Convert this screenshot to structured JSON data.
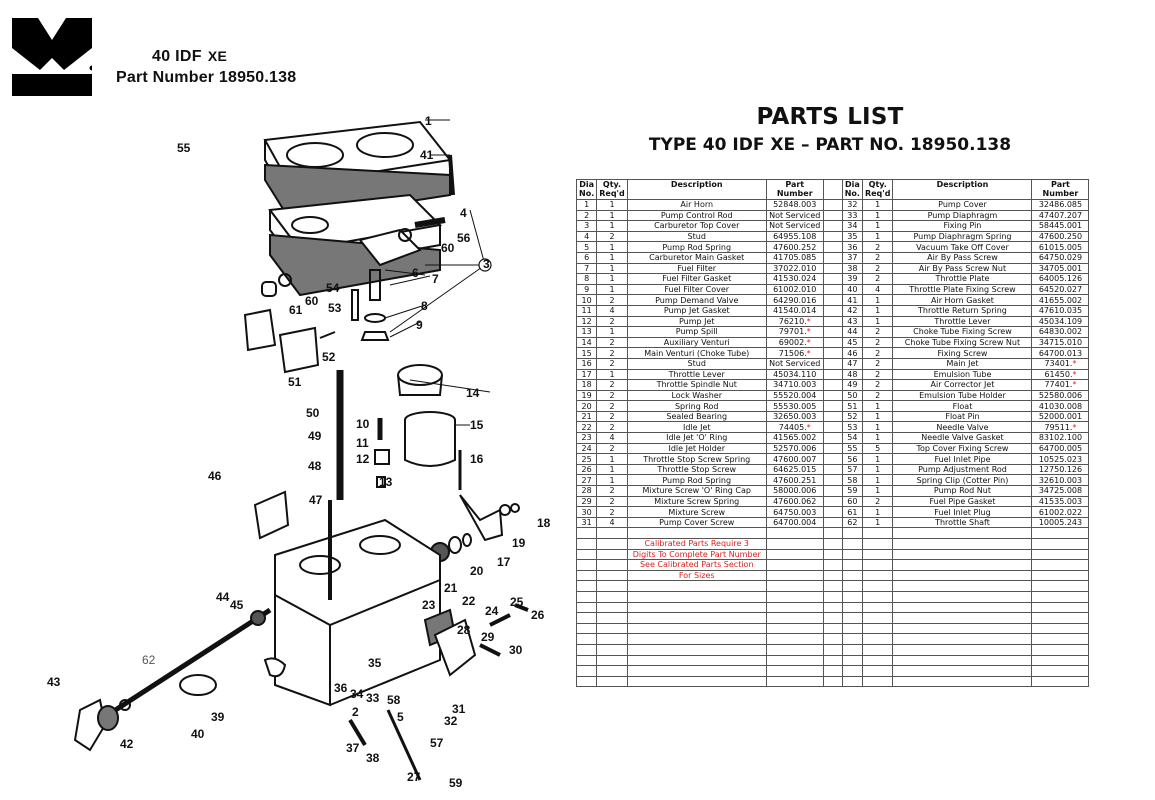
{
  "header": {
    "logo": "weber-logo",
    "model": "40 IDF",
    "model_suffix": "XE",
    "part_number_line": "Part Number 18950.138"
  },
  "parts_list": {
    "title": "PARTS LIST",
    "subtitle": "TYPE 40 IDF XE  – PART NO. 18950.138",
    "columns": {
      "dia_line1": "Dia",
      "dia_line2": "No.",
      "qty_line1": "Qty.",
      "qty_line2": "Req'd",
      "desc": "Description",
      "part_line1": "Part",
      "part_line2": "Number"
    },
    "calibrated_marker": "*",
    "left": [
      {
        "dia": "1",
        "qty": "1",
        "desc": "Air Horn",
        "part": "52848.003"
      },
      {
        "dia": "2",
        "qty": "1",
        "desc": "Pump Control Rod",
        "part": "Not Serviced"
      },
      {
        "dia": "3",
        "qty": "1",
        "desc": "Carburetor Top Cover",
        "part": "Not Serviced"
      },
      {
        "dia": "4",
        "qty": "2",
        "desc": "Stud",
        "part": "64955.108"
      },
      {
        "dia": "5",
        "qty": "1",
        "desc": "Pump Rod Spring",
        "part": "47600.252"
      },
      {
        "dia": "6",
        "qty": "1",
        "desc": "Carburetor Main Gasket",
        "part": "41705.085"
      },
      {
        "dia": "7",
        "qty": "1",
        "desc": "Fuel Filter",
        "part": "37022.010"
      },
      {
        "dia": "8",
        "qty": "1",
        "desc": "Fuel Filter Gasket",
        "part": "41530.024"
      },
      {
        "dia": "9",
        "qty": "1",
        "desc": "Fuel Filter Cover",
        "part": "61002.010"
      },
      {
        "dia": "10",
        "qty": "2",
        "desc": "Pump Demand Valve",
        "part": "64290.016"
      },
      {
        "dia": "11",
        "qty": "4",
        "desc": "Pump Jet Gasket",
        "part": "41540.014"
      },
      {
        "dia": "12",
        "qty": "2",
        "desc": "Pump Jet",
        "part": "76210.",
        "calibrated": true
      },
      {
        "dia": "13",
        "qty": "1",
        "desc": "Pump Spill",
        "part": "79701.",
        "calibrated": true
      },
      {
        "dia": "14",
        "qty": "2",
        "desc": "Auxiliary Venturi",
        "part": "69002.",
        "calibrated": true
      },
      {
        "dia": "15",
        "qty": "2",
        "desc": "Main Venturi (Choke Tube)",
        "part": "71506.",
        "calibrated": true
      },
      {
        "dia": "16",
        "qty": "2",
        "desc": "Stud",
        "part": "Not Serviced"
      },
      {
        "dia": "17",
        "qty": "1",
        "desc": "Throttle Lever",
        "part": "45034.110"
      },
      {
        "dia": "18",
        "qty": "2",
        "desc": "Throttle Spindle Nut",
        "part": "34710.003"
      },
      {
        "dia": "19",
        "qty": "2",
        "desc": "Lock Washer",
        "part": "55520.004"
      },
      {
        "dia": "20",
        "qty": "2",
        "desc": "Spring Rod",
        "part": "55530.005"
      },
      {
        "dia": "21",
        "qty": "2",
        "desc": "Sealed Bearing",
        "part": "32650.003"
      },
      {
        "dia": "22",
        "qty": "2",
        "desc": "Idle Jet",
        "part": "74405.",
        "calibrated": true
      },
      {
        "dia": "23",
        "qty": "4",
        "desc": "Idle Jet 'O' Ring",
        "part": "41565.002"
      },
      {
        "dia": "24",
        "qty": "2",
        "desc": "Idle Jet Holder",
        "part": "52570.006"
      },
      {
        "dia": "25",
        "qty": "1",
        "desc": "Throttle Stop Screw Spring",
        "part": "47600.007"
      },
      {
        "dia": "26",
        "qty": "1",
        "desc": "Throttle Stop Screw",
        "part": "64625.015"
      },
      {
        "dia": "27",
        "qty": "1",
        "desc": "Pump Rod Spring",
        "part": "47600.251"
      },
      {
        "dia": "28",
        "qty": "2",
        "desc": "Mixture Screw 'O' Ring Cap",
        "part": "58000.006"
      },
      {
        "dia": "29",
        "qty": "2",
        "desc": "Mixture Screw Spring",
        "part": "47600.062"
      },
      {
        "dia": "30",
        "qty": "2",
        "desc": "Mixture Screw",
        "part": "64750.003"
      },
      {
        "dia": "31",
        "qty": "4",
        "desc": "Pump Cover Screw",
        "part": "64700.004"
      }
    ],
    "right": [
      {
        "dia": "32",
        "qty": "1",
        "desc": "Pump Cover",
        "part": "32486.085"
      },
      {
        "dia": "33",
        "qty": "1",
        "desc": "Pump Diaphragm",
        "part": "47407.207"
      },
      {
        "dia": "34",
        "qty": "1",
        "desc": "Fixing Pin",
        "part": "58445.001"
      },
      {
        "dia": "35",
        "qty": "1",
        "desc": "Pump Diaphragm Spring",
        "part": "47600.250"
      },
      {
        "dia": "36",
        "qty": "2",
        "desc": "Vacuum Take Off Cover",
        "part": "61015.005"
      },
      {
        "dia": "37",
        "qty": "2",
        "desc": "Air By Pass Screw",
        "part": "64750.029"
      },
      {
        "dia": "38",
        "qty": "2",
        "desc": "Air By Pass Screw Nut",
        "part": "34705.001"
      },
      {
        "dia": "39",
        "qty": "2",
        "desc": "Throttle Plate",
        "part": "64005.126"
      },
      {
        "dia": "40",
        "qty": "4",
        "desc": "Throttle Plate Fixing Screw",
        "part": "64520.027"
      },
      {
        "dia": "41",
        "qty": "1",
        "desc": "Air Horn Gasket",
        "part": "41655.002"
      },
      {
        "dia": "42",
        "qty": "1",
        "desc": "Throttle Return Spring",
        "part": "47610.035"
      },
      {
        "dia": "43",
        "qty": "1",
        "desc": "Throttle Lever",
        "part": "45034.109"
      },
      {
        "dia": "44",
        "qty": "2",
        "desc": "Choke Tube Fixing Screw",
        "part": "64830.002"
      },
      {
        "dia": "45",
        "qty": "2",
        "desc": "Choke Tube Fixing Screw Nut",
        "part": "34715.010"
      },
      {
        "dia": "46",
        "qty": "2",
        "desc": "Fixing Screw",
        "part": "64700.013"
      },
      {
        "dia": "47",
        "qty": "2",
        "desc": "Main Jet",
        "part": "73401.",
        "calibrated": true
      },
      {
        "dia": "48",
        "qty": "2",
        "desc": "Emulsion Tube",
        "part": "61450.",
        "calibrated": true
      },
      {
        "dia": "49",
        "qty": "2",
        "desc": "Air Corrector Jet",
        "part": "77401.",
        "calibrated": true
      },
      {
        "dia": "50",
        "qty": "2",
        "desc": "Emulsion Tube Holder",
        "part": "52580.006"
      },
      {
        "dia": "51",
        "qty": "1",
        "desc": "Float",
        "part": "41030.008"
      },
      {
        "dia": "52",
        "qty": "1",
        "desc": "Float Pin",
        "part": "52000.001"
      },
      {
        "dia": "53",
        "qty": "1",
        "desc": "Needle Valve",
        "part": "79511.",
        "calibrated": true
      },
      {
        "dia": "54",
        "qty": "1",
        "desc": "Needle Valve Gasket",
        "part": "83102.100"
      },
      {
        "dia": "55",
        "qty": "5",
        "desc": "Top Cover Fixing Screw",
        "part": "64700.005"
      },
      {
        "dia": "56",
        "qty": "1",
        "desc": "Fuel Inlet Pipe",
        "part": "10525.023"
      },
      {
        "dia": "57",
        "qty": "1",
        "desc": "Pump Adjustment Rod",
        "part": "12750.126"
      },
      {
        "dia": "58",
        "qty": "1",
        "desc": "Spring Clip (Cotter Pin)",
        "part": "32610.003"
      },
      {
        "dia": "59",
        "qty": "1",
        "desc": "Pump Rod Nut",
        "part": "34725.008"
      },
      {
        "dia": "60",
        "qty": "2",
        "desc": "Fuel Pipe Gasket",
        "part": "41535.003"
      },
      {
        "dia": "61",
        "qty": "1",
        "desc": "Fuel Inlet Plug",
        "part": "61002.022"
      },
      {
        "dia": "62",
        "qty": "1",
        "desc": "Throttle Shaft",
        "part": "10005.243"
      }
    ],
    "blank_rows_before_note": 1,
    "note_lines": [
      "Calibrated Parts Require 3",
      "Digits To Complete Part Number",
      "See Calibrated Parts Section",
      "For Sizes"
    ],
    "blank_rows_after_note": 10,
    "note_color": "#e02020"
  },
  "diagram": {
    "title": "exploded-carburetor-diagram",
    "callouts": [
      "1",
      "2",
      "3",
      "4",
      "5",
      "6",
      "7",
      "8",
      "9",
      "10",
      "11",
      "12",
      "13",
      "14",
      "15",
      "16",
      "17",
      "18",
      "19",
      "20",
      "21",
      "22",
      "23",
      "24",
      "25",
      "26",
      "27",
      "28",
      "29",
      "30",
      "31",
      "32",
      "33",
      "34",
      "35",
      "36",
      "37",
      "38",
      "39",
      "40",
      "41",
      "42",
      "43",
      "44",
      "45",
      "46",
      "47",
      "48",
      "49",
      "50",
      "51",
      "52",
      "53",
      "54",
      "55",
      "56",
      "57",
      "58",
      "59",
      "60",
      "61",
      "62"
    ]
  }
}
